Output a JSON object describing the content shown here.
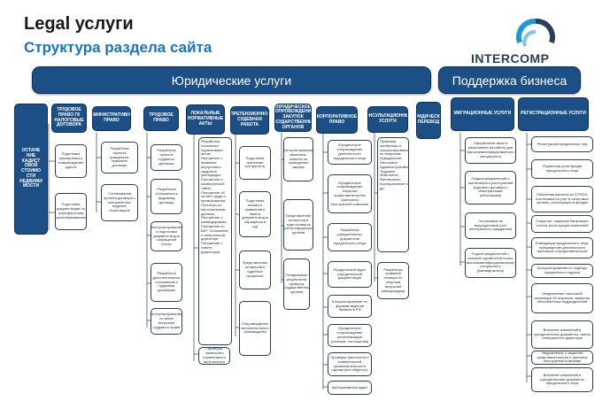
{
  "header": {
    "title": "Legal услуги",
    "subtitle": "Структура раздела сайта",
    "logo_text": "INTERCOMP"
  },
  "sections": {
    "legal": "Юридические услуги",
    "business": "Поддержка бизнеса"
  },
  "columns": {
    "c1": "ОСТАНЕ НИЕ КАДИСТ ОВОЙ СТОИМО СТИ НЕДВИЖИ МОСТИ",
    "c2": "ТРУДОВОЕ ПРАВО ГК НАЛОГОВЫЕ ДОГОВОРА",
    "c3": "АДМИНИСТРАТИВНОЕ ПРАВО",
    "c4": "ТРУДОВОЕ ПРАВО",
    "c5": "ЛОКАЛЬНЫЕ НОРМАТИВНЫЕ АКТЫ",
    "c6": "ПРЕТЕНЗИОННО-СУДЕБНАЯ РАБОТА",
    "c7": "ЮРИДИЧЕСКОЕ СОПРОВОЖДЕНИЕ ЗАКУПОК ГОСУДАРСТВЕННЫХ ОРГАНОВ",
    "c8": "КОРПОРАТИВНОЕ ПРАВО",
    "c9": "КОНСУЛЬТАЦИОННЫЕ УСЛУГИ",
    "c10": "ЮРИДИЧЕСКИЙ ПЕРЕВОД",
    "c11": "МИГРАЦИОННЫЕ УСЛУГИ",
    "c12": "РЕГИСТРАЦИОННЫЕ УСЛУГИ"
  },
  "boxes": {
    "b2a": "Подготовка (экспертиза) и сопровождение сделок",
    "b2b": "Подготовка документации по трансфертному ценообразованию",
    "b3a": "Разработка проекта гражданско-правового договора",
    "b3b": "Согласование проекта договора с контрагентом, ведение переговоров",
    "b4a": "Разработка проекта трудового договора",
    "b4b": "Разработка соглашения к трудовому договору",
    "b4c": "Консультирование и подготовка документов для сокращения штата",
    "b4d": "Разработка дополнительных соглашений к трудовым договорам",
    "b4e": "Консультирование по иным вопросам трудового права",
    "b5a": "Разработка локальных нормативных актов: Положение о правилах внутреннего трудового распорядка; Положение о коммерческой тайне; Положение об оплате труда и премировании; Политика по персональным данным; Положение о командировках; Положение по ВАТ; Положение о генеральном директоре; Положение о совете директоров",
    "b5b": "Проверка локального нормативного акта клиента",
    "b6a": "Подготовка претензии контрагенту",
    "b6b": "Подготовка искового заявления и пакета документов для обращения в суд",
    "b6c": "Представление интересов в судебных процессах",
    "b6d": "Сопровождение исполнительного производства",
    "b7a": "Консультирование заказчика-клиента по проведению закупок",
    "b7b": "Представление интересов в ходе проверок контролирующих органов",
    "b7c": "Оспаривание результатов проверок государственных органов",
    "b8a": "Юридическое сопровождение деятельности юридического лица",
    "b8b": "Юридическое сопровождение открытия представительства (филиала) иностранной компании",
    "b8c": "Разработка учредительных документов юридического лица",
    "b8d": "Юридический аудит учредительной документации",
    "b8e": "Консультирование по формам ведения бизнеса в РФ",
    "b8f": "Юридическое сопровождение реорганизации (слияния, поглощения)",
    "b8g": "Проверка законности и коммерческой привлекательности сделки (due diligence)",
    "b8h": "Корпоративный аудит",
    "b9a": "Правовая экспертиза и консультирование по вопросам: Гражданское; Налоговое; Административное; Трудовое; Земельное; Финансовое; Корпоративное и др.",
    "b9b": "Разработка правовой позиции по спорным вопросам (меморандум)",
    "b11a": "Оформление визы и разрешения на работу для высококвалифицированного специалиста",
    "b11b": "Подача уведомлений о заключении и расторжении трудового договора с иностранными работниками",
    "b11c": "Постановка на миграционный учет иностранного гражданина",
    "b11d": "Подача уведомлений о выплате заработной платы высококвалифицированному специалисту (ежеквартально)",
    "b12a": "Регистрация юридических лиц",
    "b12b": "Первичная регистрация юридического лица",
    "b12c": "Получение выписок из ЕГРЮЛ, постановка на учет в налоговых органах, регистрация в фондах",
    "b12d": "Открытие, закрытие банковских счетов, регистрация изменений",
    "b12e": "Ликвидация юридического лица, прекращение деятельности филиалов и представительств",
    "b12f": "Консультирование по подбору юридического адреса",
    "b12g": "Уведомление налоговой инспекции об открытии, закрытии обособленных подразделений",
    "b12h": "Внесение изменений в учредительные документы, смена генерального директора",
    "b12i": "Уведомление о закрытии представительства и филиала иностранной компании",
    "b12j": "Внесение изменений в учредительные документы юридического лица"
  }
}
